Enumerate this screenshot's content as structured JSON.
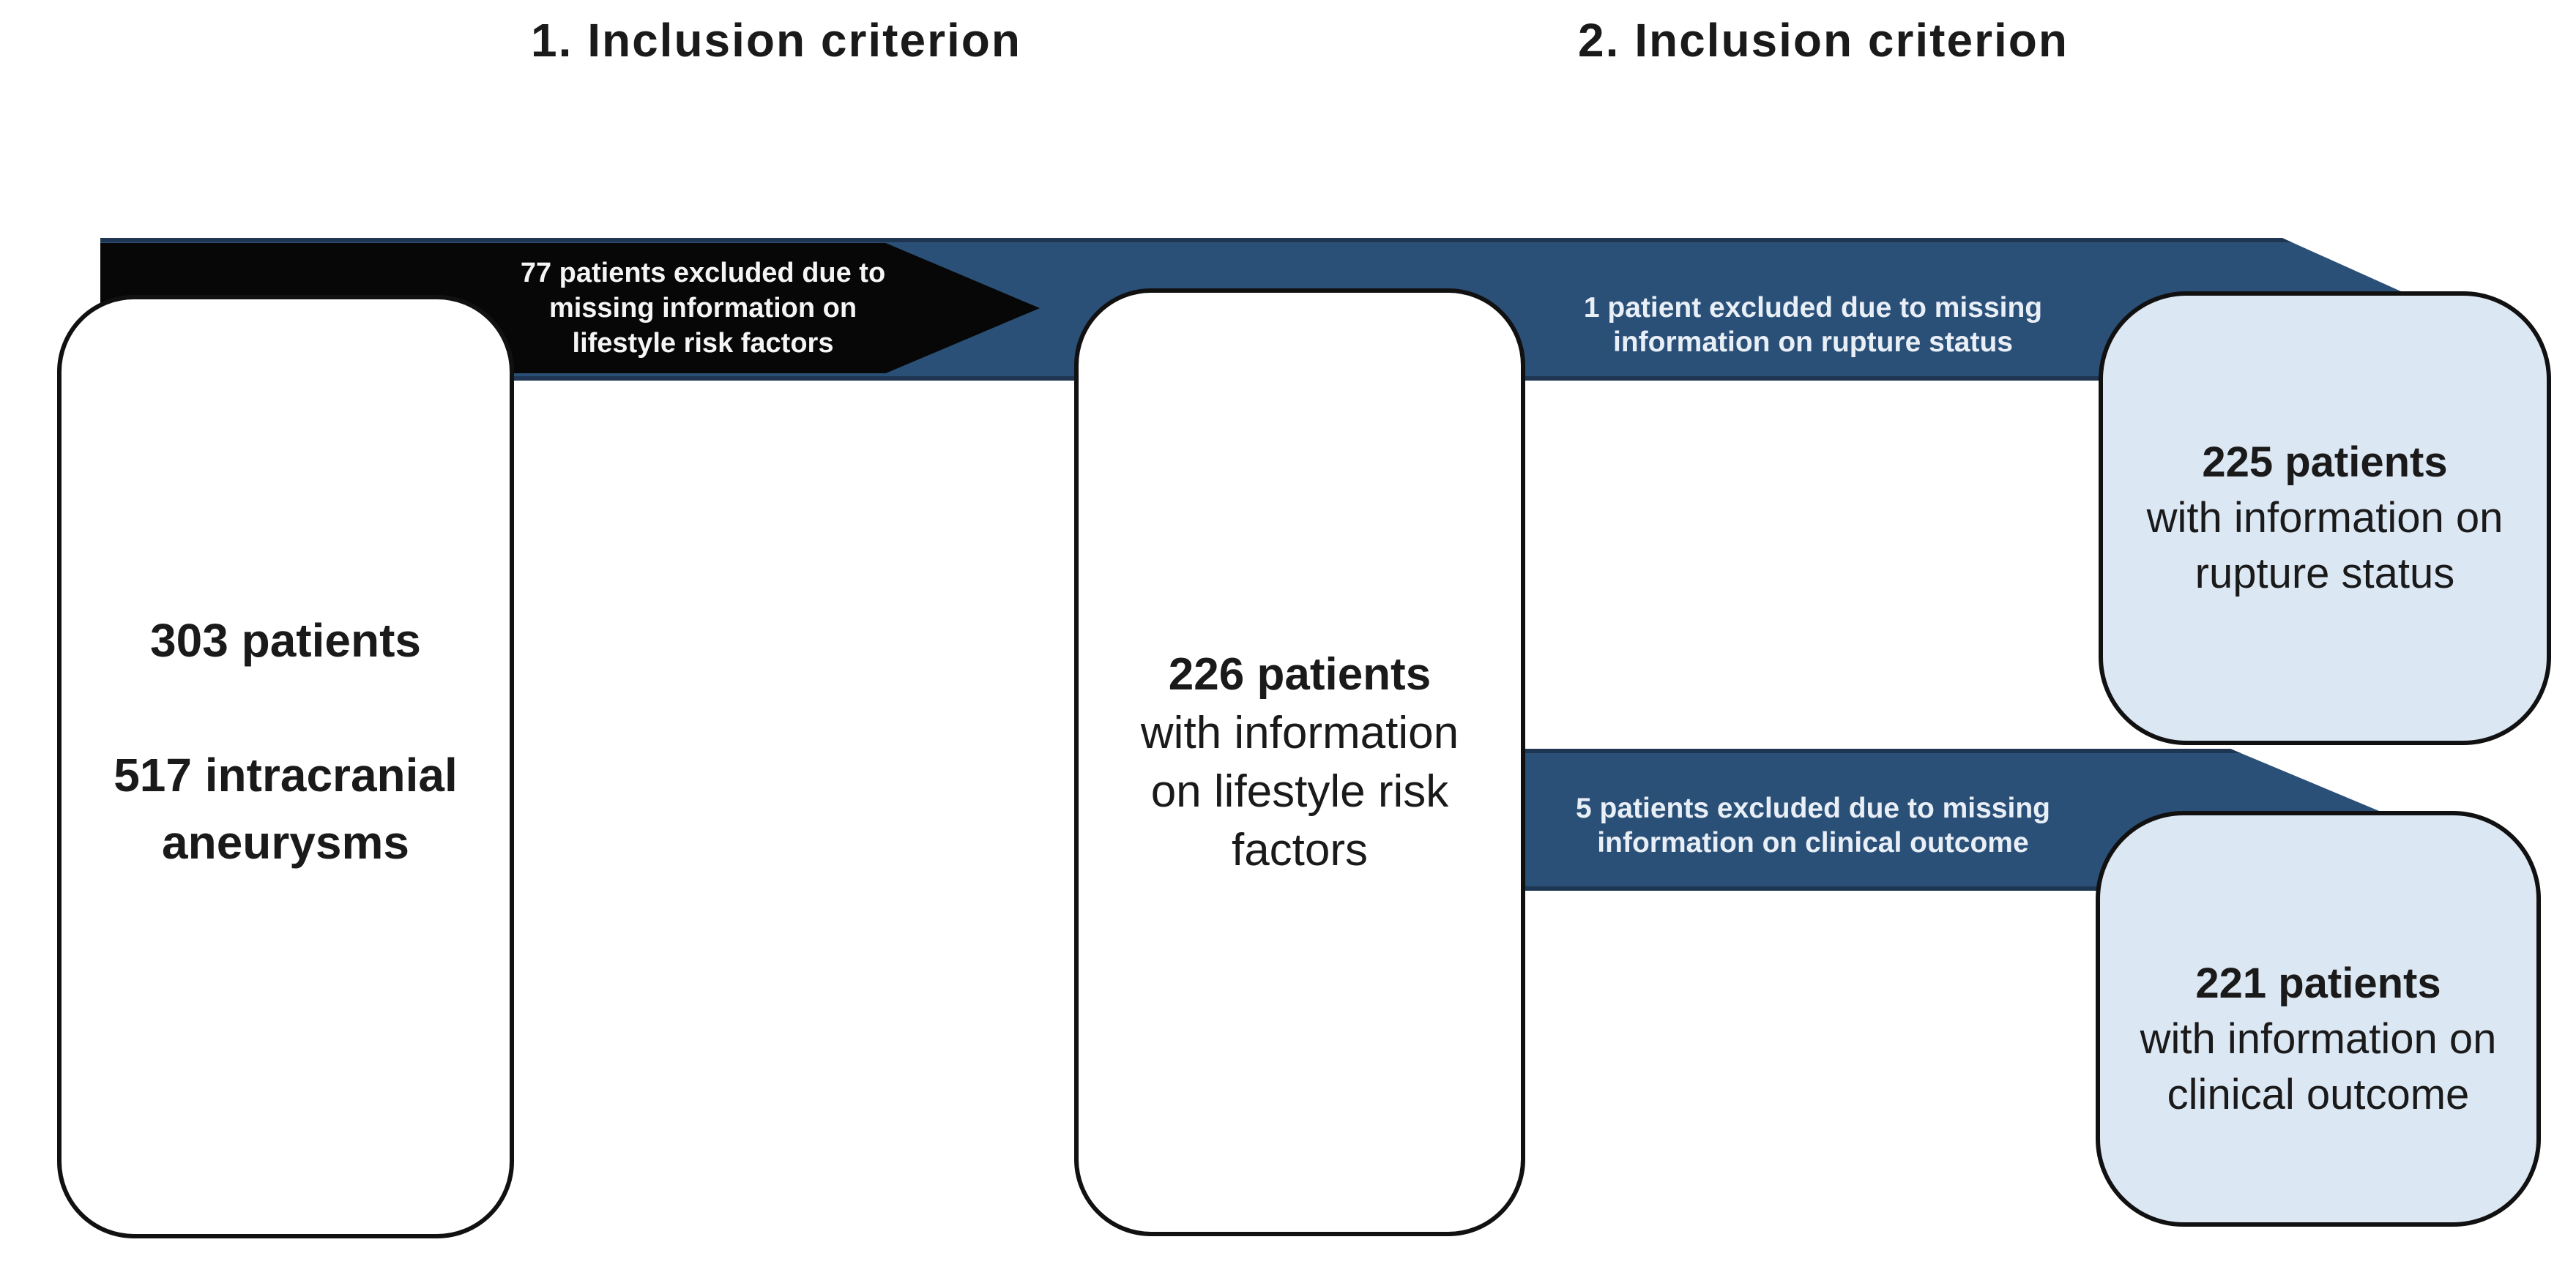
{
  "headers": {
    "criterion1": "1. Inclusion criterion",
    "criterion2": "2. Inclusion criterion"
  },
  "boxes": {
    "initial": {
      "count": "303 patients",
      "detail": "517 intracranial aneurysms"
    },
    "lifestyle": {
      "count": "226 patients",
      "detail": "with information on lifestyle risk factors"
    },
    "rupture": {
      "count": "225 patients",
      "detail": "with information on rupture status"
    },
    "outcome": {
      "count": "221 patients",
      "detail": "with information on clinical outcome"
    }
  },
  "exclusions": {
    "lifestyle": "77 patients excluded due to missing information on lifestyle risk factors",
    "rupture": "1 patient excluded due to missing information on rupture status",
    "outcome": "5 patients excluded due to missing information on clinical outcome"
  },
  "colors": {
    "band_navy": "#2b5078",
    "band_edge": "#1e3652",
    "arrow_black": "#070707",
    "box_blue": "#dce7f4",
    "border_black": "#111111",
    "band_text": "#e9eff6",
    "text_dark": "#1a1a1a"
  }
}
